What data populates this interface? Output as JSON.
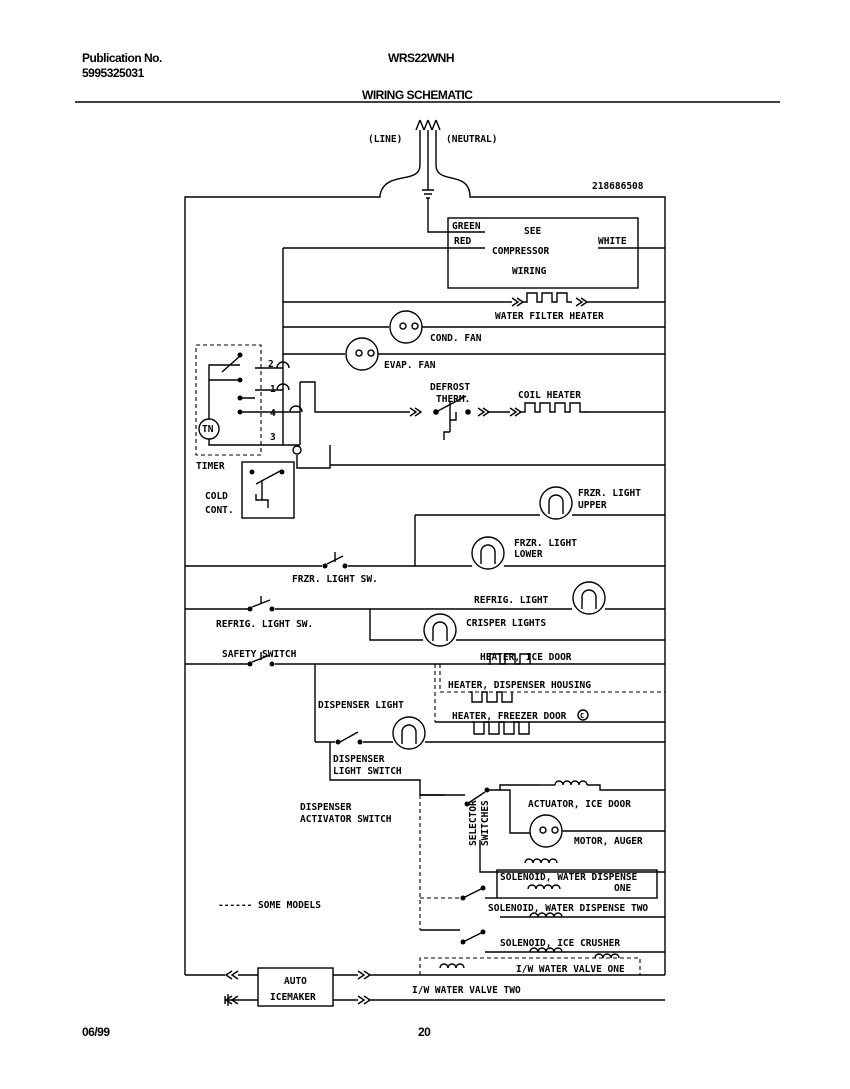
{
  "header": {
    "publication_label": "Publication No.",
    "publication_number": "5995325031",
    "model": "WRS22WNH",
    "title": "WIRING SCHEMATIC",
    "part_number": "218686508"
  },
  "footer": {
    "date": "06/99",
    "page": "20"
  },
  "labels": {
    "line": "(LINE)",
    "neutral": "(NEUTRAL)",
    "green": "GREEN",
    "red": "RED",
    "white": "WHITE",
    "see": "SEE",
    "compressor": "COMPRESSOR",
    "wiring": "WIRING",
    "water_filter_heater": "WATER FILTER HEATER",
    "cond_fan": "COND. FAN",
    "evap_fan": "EVAP. FAN",
    "defrost": "DEFROST",
    "therm": "THERM.",
    "coil_heater": "COIL HEATER",
    "tn": "TN",
    "timer": "TIMER",
    "term_2": "2",
    "term_1": "1",
    "term_4": "4",
    "term_3": "3",
    "cold": "COLD",
    "cont": "CONT.",
    "frzr_light_upper_1": "FRZR. LIGHT",
    "frzr_light_upper_2": "UPPER",
    "frzr_light_lower_1": "FRZR. LIGHT",
    "frzr_light_lower_2": "LOWER",
    "frzr_light_sw": "FRZR. LIGHT SW.",
    "refrig_light": "REFRIG. LIGHT",
    "refrig_light_sw": "REFRIG. LIGHT SW.",
    "crisper_lights": "CRISPER LIGHTS",
    "safety_switch": "SAFETY SWITCH",
    "heater_ice_door": "HEATER, ICE DOOR",
    "heater_dispenser_housing": "HEATER, DISPENSER HOUSING",
    "heater_freezer_door": "HEATER, FREEZER DOOR",
    "circle_c": "C",
    "dispenser_light": "DISPENSER LIGHT",
    "dispenser_light_switch_1": "DISPENSER",
    "dispenser_light_switch_2": "LIGHT SWITCH",
    "dispenser_activator_1": "DISPENSER",
    "dispenser_activator_2": "ACTIVATOR SWITCH",
    "selector_1": "SELECTOR",
    "selector_2": "SWITCHES",
    "actuator_ice_door": "ACTUATOR, ICE DOOR",
    "motor_auger": "MOTOR, AUGER",
    "solenoid_water_dispense_one_1": "SOLENOID, WATER DISPENSE",
    "solenoid_water_dispense_one_2": "ONE",
    "solenoid_water_dispense_two": "SOLENOID, WATER DISPENSE TWO",
    "solenoid_ice_crusher": "SOLENOID, ICE CRUSHER",
    "some_models": "------ SOME MODELS",
    "iw_valve_one": "I/W WATER VALVE ONE",
    "iw_valve_two": "I/W WATER VALVE TWO",
    "auto": "AUTO",
    "icemaker": "ICEMAKER"
  }
}
